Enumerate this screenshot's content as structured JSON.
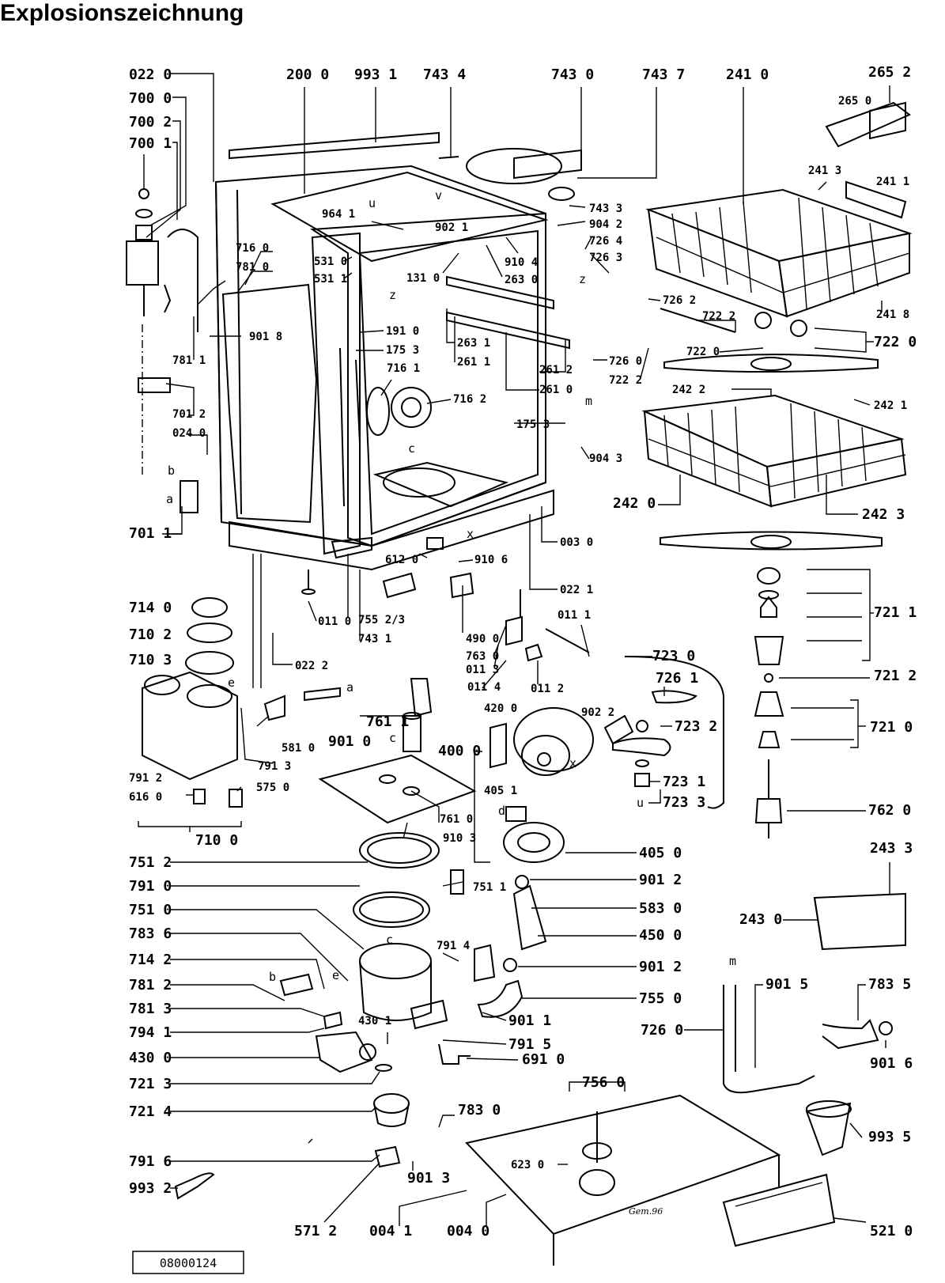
{
  "title": "Explosionszeichnung",
  "labels": [
    "022 0",
    "700 0",
    "700 2",
    "700 1",
    "200 0",
    "993 1",
    "743 4",
    "743 0",
    "743 7",
    "241 0",
    "265 2",
    "265 0",
    "241 3",
    "241 1",
    "964 1",
    "902 1",
    "743 3",
    "904 2",
    "726 4",
    "726 3",
    "716 0",
    "781 0",
    "531 0",
    "531 1",
    "910 4",
    "131 0",
    "263 0",
    "726 2",
    "241 8",
    "722 2",
    "722 0",
    "722 0",
    "901 8",
    "191 0",
    "175 3",
    "263 1",
    "261 1",
    "716 1",
    "781 1",
    "261 2",
    "261 0",
    "726 0",
    "722 2",
    "242 2",
    "242 1",
    "716 2",
    "175 3",
    "701 2",
    "024 0",
    "904 3",
    "242 0",
    "242 3",
    "701 1",
    "612 0",
    "910 6",
    "003 0",
    "022 1",
    "714 0",
    "755 2/3",
    "743 1",
    "011 1",
    "710 2",
    "011 0",
    "490 0",
    "763 0",
    "011 3",
    "710 3",
    "022 2",
    "011 4",
    "011 2",
    "723 0",
    "721 1",
    "726 1",
    "721 2",
    "420 0",
    "902 2",
    "761 1",
    "723 2",
    "901 0",
    "581 0",
    "400 0",
    "721 0",
    "791 3",
    "791 2",
    "616 0",
    "575 0",
    "405 1",
    "723 1",
    "723 3",
    "761 0",
    "762 0",
    "910 3",
    "710 0",
    "751 2",
    "405 0",
    "243 3",
    "791 0",
    "751 1",
    "901 2",
    "751 0",
    "583 0",
    "243 0",
    "783 6",
    "450 0",
    "714 2",
    "791 4",
    "901 2",
    "781 2",
    "755 0",
    "901 5",
    "783 5",
    "726 0",
    "781 3",
    "901 1",
    "794 1",
    "430 1",
    "791 5",
    "901 6",
    "430 0",
    "691 0",
    "721 3",
    "756 0",
    "721 4",
    "783 0",
    "993 5",
    "791 6",
    "623 0",
    "901 3",
    "993 2",
    "571 2",
    "004 1",
    "004 0",
    "521 0"
  ],
  "letters": [
    "u",
    "v",
    "z",
    "z",
    "m",
    "c",
    "x",
    "x",
    "a",
    "b",
    "e",
    "a",
    "c",
    "d",
    "c",
    "u",
    "m",
    "b",
    "e"
  ],
  "code_box": "08000124",
  "signature": "Gem.96"
}
